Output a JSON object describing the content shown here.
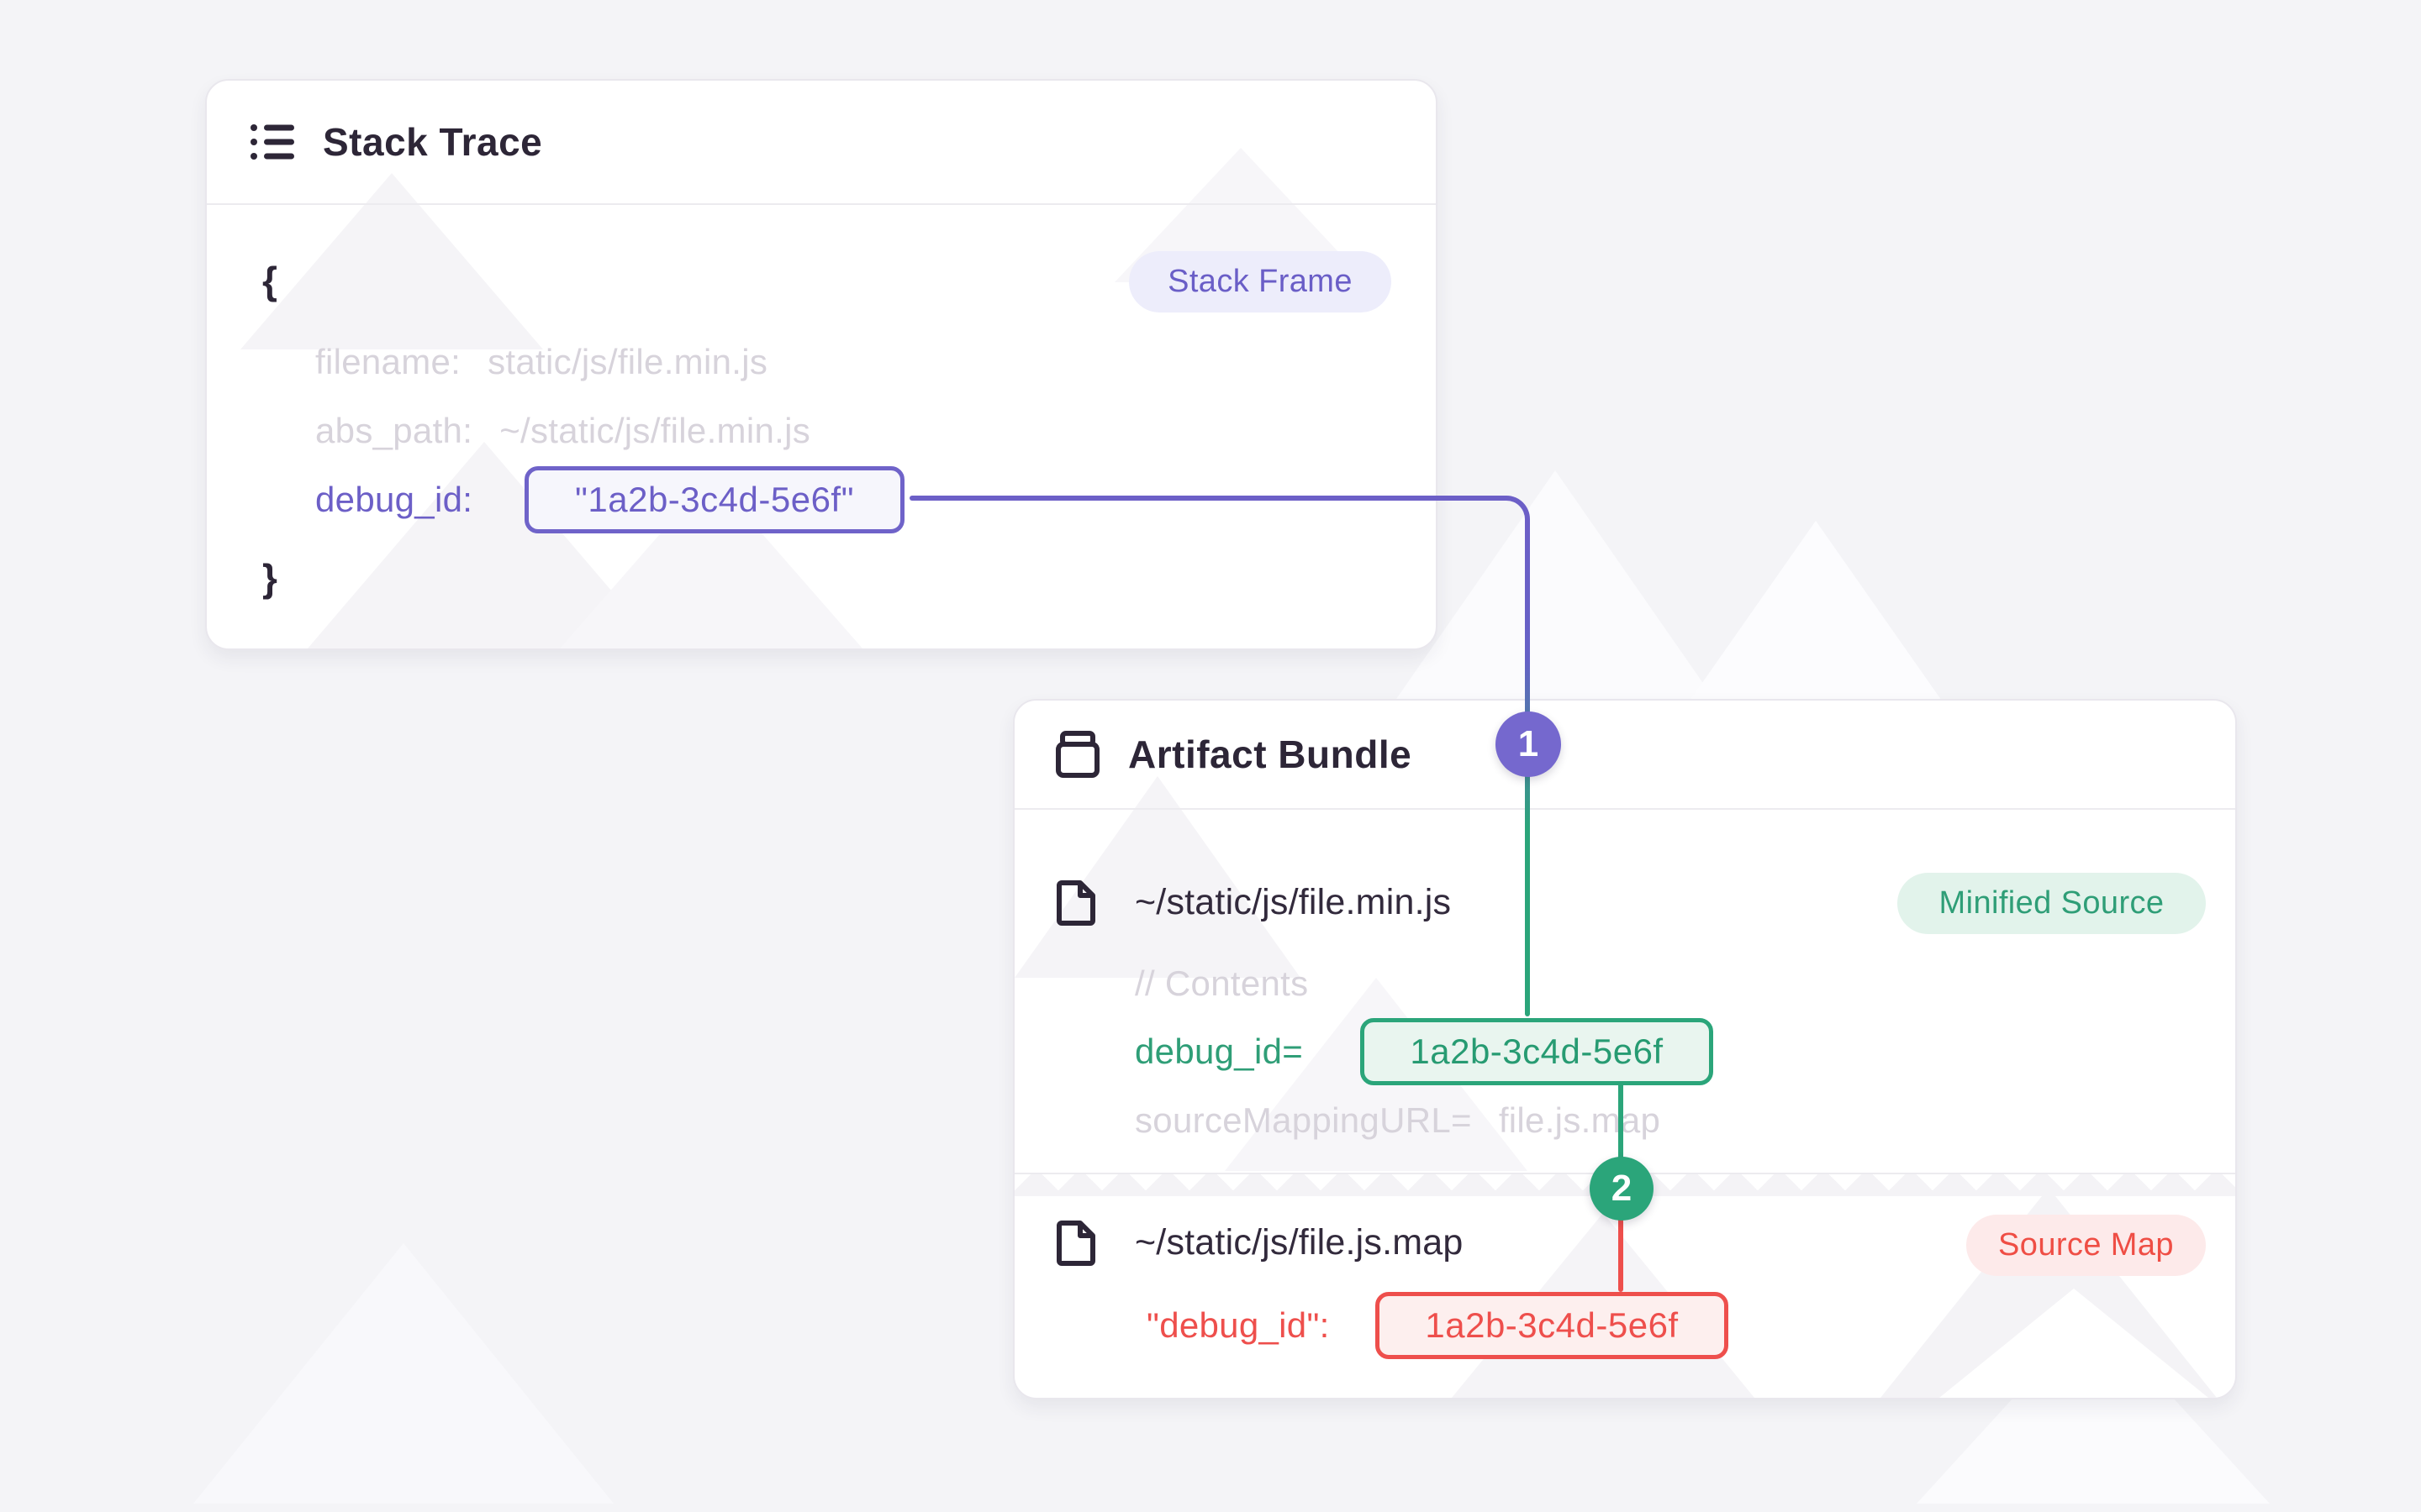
{
  "stack": {
    "title": "Stack Trace",
    "frame_badge": "Stack Frame",
    "brace_open": "{",
    "brace_close": "}",
    "fields": [
      {
        "key": "filename:",
        "value": "static/js/file.min.js"
      },
      {
        "key": "abs_path:",
        "value": "~/static/js/file.min.js"
      }
    ],
    "debug": {
      "key": "debug_id:",
      "value": "\"1a2b-3c4d-5e6f\""
    }
  },
  "bundle": {
    "title": "Artifact Bundle",
    "minified": {
      "path": "~/static/js/file.min.js",
      "badge": "Minified Source",
      "comment": "// Contents",
      "debug_key": "debug_id=",
      "debug_value": "1a2b-3c4d-5e6f",
      "mapping_key": "sourceMappingURL=",
      "mapping_value": "file.js.map"
    },
    "source_map": {
      "path": "~/static/js/file.js.map",
      "badge": "Source Map",
      "debug_key": "\"debug_id\":",
      "debug_value": "1a2b-3c4d-5e6f"
    }
  },
  "connectors": {
    "step_1": "1",
    "step_2": "2"
  },
  "colors": {
    "purple": "#6C5FC7",
    "green": "#2BA57A",
    "red": "#EE4F4C",
    "dark_text": "#2D2637",
    "muted_text": "#D7D3DB",
    "page_background": "#F4F4F7"
  }
}
